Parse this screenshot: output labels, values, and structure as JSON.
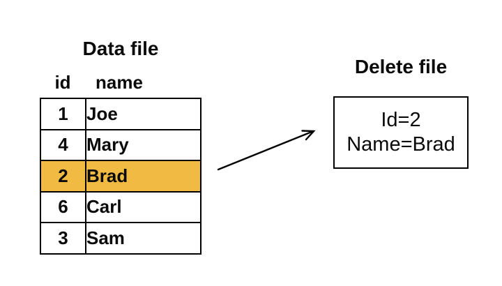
{
  "diagram": {
    "data_file": {
      "title": "Data file",
      "columns": [
        "id",
        "name"
      ],
      "rows": [
        {
          "id": "1",
          "name": "Joe"
        },
        {
          "id": "4",
          "name": "Mary"
        },
        {
          "id": "2",
          "name": "Brad"
        },
        {
          "id": "6",
          "name": "Carl"
        },
        {
          "id": "3",
          "name": "Sam"
        }
      ],
      "highlighted_row_index": 2,
      "highlight_color": "#F1BB43"
    },
    "delete_file": {
      "title": "Delete file",
      "lines": [
        "Id=2",
        "Name=Brad"
      ]
    }
  }
}
